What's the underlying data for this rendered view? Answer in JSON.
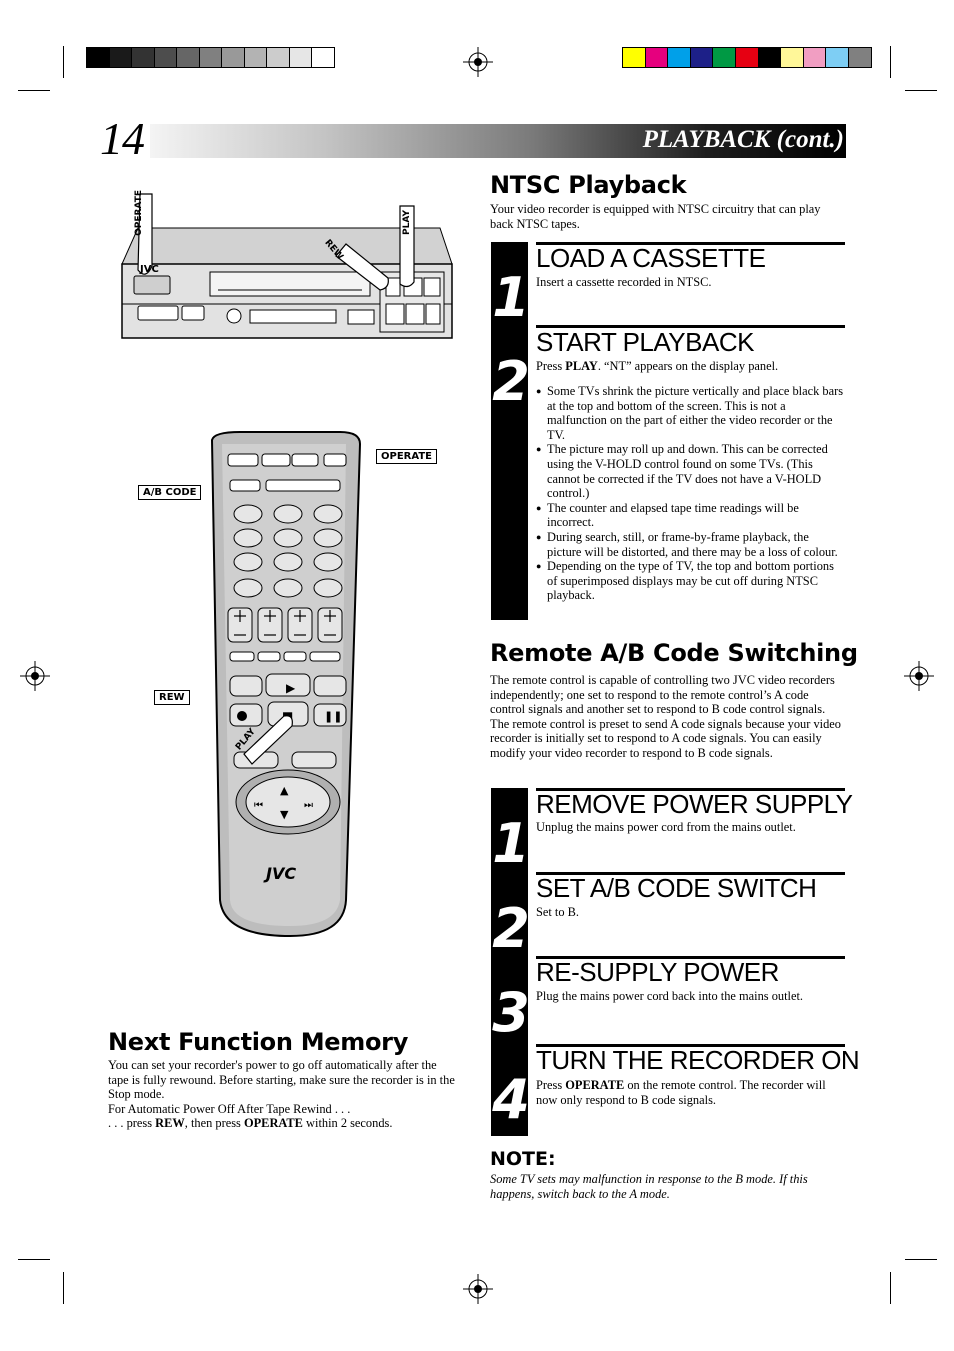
{
  "page": {
    "number": "14",
    "header_title": "PLAYBACK (cont.)"
  },
  "grayscale_bar": [
    "#000000",
    "#1a1a1a",
    "#333333",
    "#4d4d4d",
    "#666666",
    "#808080",
    "#999999",
    "#b3b3b3",
    "#cccccc",
    "#e6e6e6",
    "#ffffff"
  ],
  "color_bar": [
    "#ffff00",
    "#e6007e",
    "#00a0e9",
    "#1d2088",
    "#009944",
    "#e60012",
    "#000000",
    "#fff799",
    "#f19ec2",
    "#7ecef4",
    "#808080"
  ],
  "illustrations": {
    "vcr_labels": {
      "operate": "OPERATE",
      "play": "PLAY",
      "rew": "REW",
      "logo": "JVC"
    },
    "remote_labels": {
      "operate": "OPERATE",
      "ab_code": "A/B CODE",
      "rew": "REW",
      "play": "PLAY",
      "logo": "JVC"
    }
  },
  "ntsc": {
    "heading": "NTSC Playback",
    "intro": "Your video recorder is equipped with NTSC circuitry that can play back NTSC tapes.",
    "steps": [
      {
        "num": "1",
        "title": "LOAD A CASSETTE",
        "text": "Insert a cassette recorded in NTSC."
      },
      {
        "num": "2",
        "title": "START PLAYBACK",
        "text_pre": "Press ",
        "text_bold": "PLAY",
        "text_post": ". “NT” appears on the display panel.",
        "bullets": [
          "Some TVs shrink the picture vertically and place black bars at the top and bottom of the screen. This is not a malfunction on the part of either the video recorder or the TV.",
          "The picture may roll up and down. This can be corrected using the V-HOLD control found on some TVs. (This cannot be corrected if the TV does not have a V-HOLD control.)",
          "The counter and elapsed tape time readings will be incorrect.",
          "During search, still, or frame-by-frame playback, the picture will be distorted, and there may be a loss of colour.",
          "Depending on the type of TV, the top and bottom portions of superimposed displays may be cut off during NTSC playback."
        ]
      }
    ]
  },
  "remote_ab": {
    "heading": "Remote A/B Code Switching",
    "intro": "The remote control is capable of controlling two JVC video recorders independently; one set to respond to the remote control’s A code control signals and another set to respond to B code control signals. The remote control is preset to send A code signals because your video recorder is initially set to respond to A code signals. You can easily modify your video recorder to respond to B code signals.",
    "steps": [
      {
        "num": "1",
        "title": "REMOVE POWER SUPPLY",
        "text": "Unplug the mains power cord from the mains outlet."
      },
      {
        "num": "2",
        "title": "SET A/B CODE SWITCH",
        "text": "Set to B."
      },
      {
        "num": "3",
        "title": "RE-SUPPLY POWER",
        "text": "Plug the mains power cord back into the mains outlet."
      },
      {
        "num": "4",
        "title": "TURN THE RECORDER ON",
        "text_pre": "Press ",
        "text_bold": "OPERATE",
        "text_post": " on the remote control. The recorder will now only respond to B code signals."
      }
    ],
    "note_heading": "NOTE:",
    "note_text": "Some TV sets may malfunction in response to the B mode. If this happens, switch back to the A mode."
  },
  "next_function": {
    "heading": "Next Function Memory",
    "line1": "You can set your recorder's power to go off automatically after the tape is fully rewound. Before starting, make sure the recorder is in the Stop mode.",
    "line2": "For Automatic Power Off After Tape Rewind . . .",
    "line3_pre": ". . . press ",
    "line3_bold1": "REW",
    "line3_mid": ", then press ",
    "line3_bold2": "OPERATE",
    "line3_post": " within 2 seconds."
  }
}
